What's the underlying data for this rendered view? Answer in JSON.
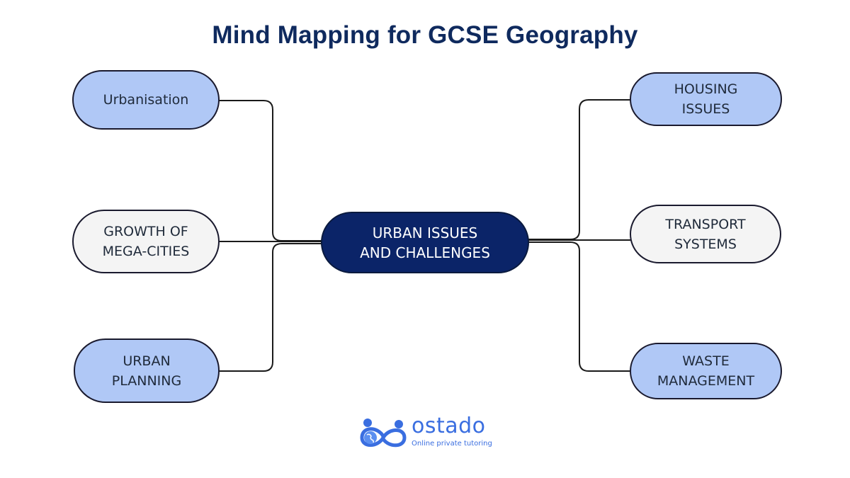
{
  "title": "Mind Mapping for GCSE Geography",
  "colors": {
    "title": "#0f2a5e",
    "center_fill": "#0b2468",
    "blue_fill": "#b0c8f6",
    "grey_fill": "#f4f4f4",
    "line": "#1a1a1a",
    "logo": "#3a6ee0"
  },
  "center_node": {
    "label": "URBAN ISSUES\nAND CHALLENGES"
  },
  "left_nodes": [
    {
      "label": "Urbanisation",
      "style": "blue"
    },
    {
      "label": "GROWTH OF\nMEGA-CITIES",
      "style": "grey"
    },
    {
      "label": "URBAN\nPLANNING",
      "style": "blue"
    }
  ],
  "right_nodes": [
    {
      "label": "HOUSING\nISSUES",
      "style": "blue"
    },
    {
      "label": "TRANSPORT\nSYSTEMS",
      "style": "grey"
    },
    {
      "label": "WASTE\nMANAGEMENT",
      "style": "blue"
    }
  ],
  "logo": {
    "icon": "infinity-people-globe-icon",
    "wordmark": "ostado",
    "tagline": "Online private tutoring"
  }
}
